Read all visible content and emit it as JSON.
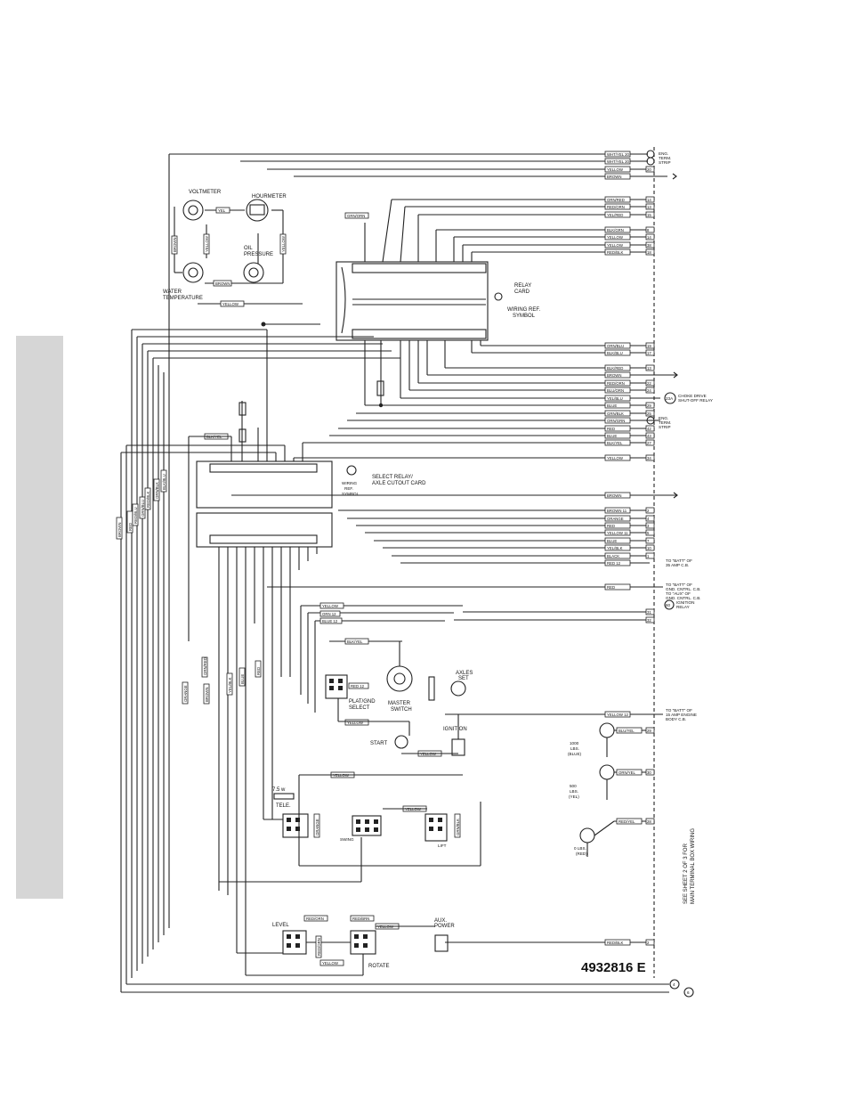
{
  "drawing_number": "4932816 E",
  "components": {
    "voltmeter": "VOLTMETER",
    "hourmeter": "HOURMETER",
    "oil_pressure": [
      "OIL",
      "PRESSURE"
    ],
    "water_temperature": [
      "WATER",
      "TEMPERATURE"
    ],
    "relay_card": [
      "RELAY",
      "CARD"
    ],
    "relay_symbol": [
      "WIRING REF.",
      "SYMBOL"
    ],
    "select_card": [
      "SELECT RELAY/",
      "AXLE CUTOUT CARD"
    ],
    "select_symbol": [
      "WIRING",
      "REF.",
      "SYMBOL"
    ],
    "axles_set": [
      "AXLES",
      "SET"
    ],
    "plat_gnd": [
      "PLAT/GND",
      "SELECT"
    ],
    "master_switch": [
      "MASTER",
      "SWITCH"
    ],
    "start": "START",
    "ignition": "IGNITION",
    "sw_1000": [
      "1000",
      "LBS.",
      "(BLUE)"
    ],
    "sw_500": [
      "500",
      "LBS.",
      "(YEL)"
    ],
    "sw_0": [
      "0 LBS.",
      "(RED)"
    ],
    "tele": "TELE.",
    "resistor": "7.5 w",
    "swing": "SWING",
    "lift": "LIFT",
    "level": "LEVEL",
    "rotate": "ROTATE",
    "aux_power": [
      "AUX.",
      "POWER"
    ]
  },
  "eng_term_strip": [
    "ENG.",
    "TERM.",
    "STRIP"
  ],
  "eng_term_strip_mid": [
    "ENG.",
    "TERM.",
    "STRIP"
  ],
  "note_vertical": [
    "SEE SHEET 2 OF 3 FOR",
    "MAIN TERMINAL BOX WIRING"
  ],
  "right_notes": {
    "amp35": [
      "TO \"BATT\" OF",
      "35 AMP C.B."
    ],
    "gnd_ctrl": [
      "TO \"BATT\" OF",
      "GND. CNTRL. C.B.",
      "TO \"AUX\" OF",
      "GND. CNTRL. C.B."
    ],
    "ignition_relay": [
      "IGNITION",
      "RELAY"
    ],
    "ign_relay_num": "60",
    "engine_cb": [
      "TO \"BATT\" OF",
      "15 AMP ENGINE",
      "BODY C.B."
    ],
    "relay_23a": [
      "23A",
      "CHOKE DRIVE",
      "SHUT-OFF RELAY"
    ]
  },
  "right_wires": [
    {
      "label": "WHT/YEL 20",
      "num": ""
    },
    {
      "label": "WHT/YEL 20",
      "num": ""
    },
    {
      "label": "YELLOW",
      "num": "20"
    },
    {
      "label": "BROWN",
      "num": ""
    },
    {
      "label": "ORN/RED",
      "num": "14"
    },
    {
      "label": "RED/ORN",
      "num": "13"
    },
    {
      "label": "YEL/RED",
      "num": "15"
    },
    {
      "label": "BLK/GRN",
      "num": "8"
    },
    {
      "label": "YELLOW",
      "num": "14"
    },
    {
      "label": "YELLOW",
      "num": "38"
    },
    {
      "label": "RED/BLK",
      "num": "18"
    },
    {
      "label": "ORN/BLU",
      "num": "19"
    },
    {
      "label": "BLK/BLU",
      "num": "17"
    },
    {
      "label": "BLK/RED",
      "num": "13"
    },
    {
      "label": "BROWN",
      "num": ""
    },
    {
      "label": "RED/ORN",
      "num": "22"
    },
    {
      "label": "BLU/ORN",
      "num": "24"
    },
    {
      "label": "YEL/BLU",
      "num": ""
    },
    {
      "label": "BLUE",
      "num": "29"
    },
    {
      "label": "GRN/BLK",
      "num": "25"
    },
    {
      "label": "ORN/GRN",
      "num": ""
    },
    {
      "label": "RED",
      "num": "42"
    },
    {
      "label": "BLUE",
      "num": "43"
    },
    {
      "label": "BLK/YEL",
      "num": "27"
    },
    {
      "label": "YELLOW",
      "num": "34"
    },
    {
      "label": "BROWN",
      "num": ""
    },
    {
      "label": "BROWN 11",
      "num": "2"
    },
    {
      "label": "ORANGE",
      "num": "4"
    },
    {
      "label": "RED",
      "num": "3"
    },
    {
      "label": "YELLOW 11",
      "num": "5"
    },
    {
      "label": "BLUE",
      "num": "7"
    },
    {
      "label": "YEL/BLK",
      "num": "10"
    },
    {
      "label": "BLACK",
      "num": "1"
    },
    {
      "label": "RED 12",
      "num": ""
    },
    {
      "label": "RED",
      "num": ""
    },
    {
      "label": "",
      "num": "31"
    },
    {
      "label": "",
      "num": "32"
    },
    {
      "label": "YELLOW 12",
      "num": ""
    },
    {
      "label": "BLU/YEL",
      "num": "29"
    },
    {
      "label": "ORN/YEL",
      "num": "30"
    },
    {
      "label": "RED/YEL",
      "num": "28"
    },
    {
      "label": "RED/BLK",
      "num": "2"
    }
  ],
  "left_wires": [
    "BROWN",
    "RED",
    "RED/BLU",
    "ORN/BLU",
    "RED/BLK",
    "ORN/BLK",
    "BLK/BLU"
  ],
  "inner_wires": [
    "YELLOW",
    "BROWN",
    "YELLOW",
    "BROWN",
    "GRN/ORN",
    "YEL",
    "YELLOW",
    "BLK/YEL",
    "YELLOW",
    "ORN 12",
    "BLUE 12",
    "RED 12",
    "YELLOW",
    "YELLOW",
    "YELLOW",
    "YELLOW",
    "YELLOW",
    "YELLOW",
    "RED/ORN",
    "RED/BRN",
    "ORANGE",
    "BROWN",
    "ORN/RED",
    "BROWN",
    "YEL/BLK",
    "BLUE",
    "RED",
    "ORANGE",
    "GRN/BLK"
  ],
  "bottom_circles": [
    "4",
    "6"
  ]
}
